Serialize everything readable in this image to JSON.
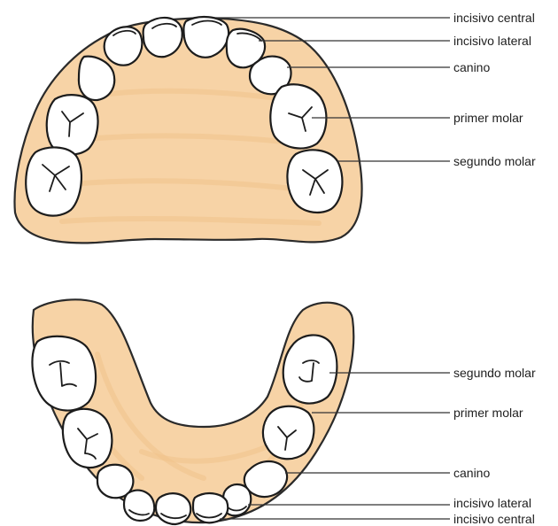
{
  "upper_arch": {
    "labels": {
      "incisivo_central": "incisivo central",
      "incisivo_lateral": "incisivo lateral",
      "canino": "canino",
      "primer_molar": "primer molar",
      "segundo_molar": "segundo molar"
    }
  },
  "lower_arch": {
    "labels": {
      "segundo_molar": "segundo molar",
      "primer_molar": "primer molar",
      "canino": "canino",
      "incisivo_lateral": "incisivo lateral",
      "incisivo_central": "incisivo central"
    }
  },
  "colors": {
    "gum": "#f7d3a6",
    "outline": "#1c1c1c",
    "tooth": "#ffffff"
  }
}
